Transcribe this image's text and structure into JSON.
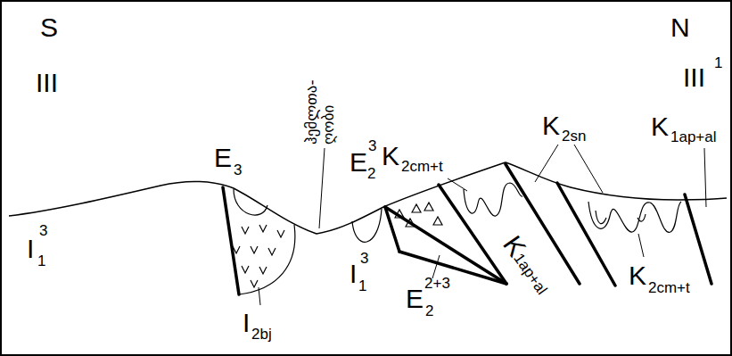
{
  "diagram": {
    "labels": [
      "S",
      "N",
      "III",
      "III",
      "1",
      "E",
      "3",
      "I",
      "1",
      "3",
      "I",
      "2bj",
      "ჰემლთა- ღობი",
      "E",
      "2",
      "3",
      "I",
      "1",
      "3",
      "K",
      "2cm+t",
      "K",
      "2sn",
      "K",
      "1ap+al",
      "K",
      "1ap+al",
      "E",
      "2+3",
      "2",
      "K",
      "2cm+t"
    ]
  }
}
